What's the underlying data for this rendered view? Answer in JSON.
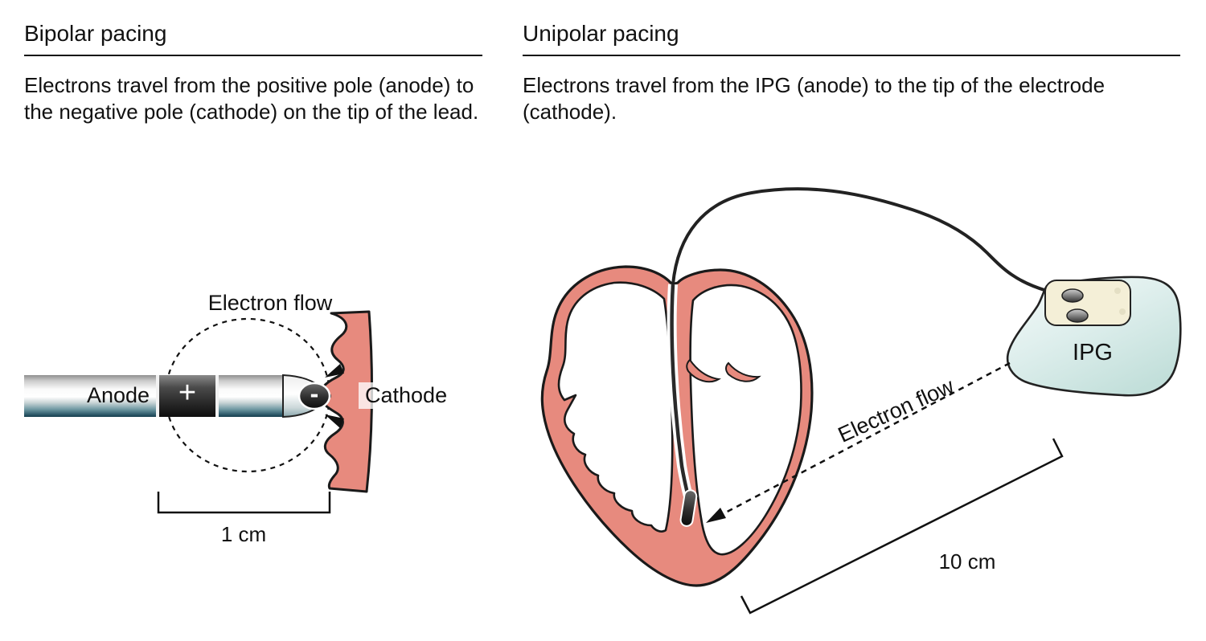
{
  "left_panel": {
    "title": "Bipolar pacing",
    "description": "Electrons travel from the positive pole (anode) to the negative pole (cathode) on the tip of the lead.",
    "labels": {
      "electron_flow": "Electron flow",
      "anode": "Anode",
      "plus": "+",
      "minus": "-",
      "cathode": "Cathode",
      "scale": "1 cm"
    }
  },
  "right_panel": {
    "title": "Unipolar pacing",
    "description": "Electrons travel from the IPG (anode) to the tip of the electrode (cathode).",
    "labels": {
      "electron_flow": "Electron flow",
      "ipg": "IPG",
      "scale": "10 cm"
    }
  },
  "colors": {
    "tissue": "#e78a7e",
    "outline": "#1a1a1a",
    "ipg-body": "#cfe7e4",
    "connector": "#f4efd7"
  }
}
